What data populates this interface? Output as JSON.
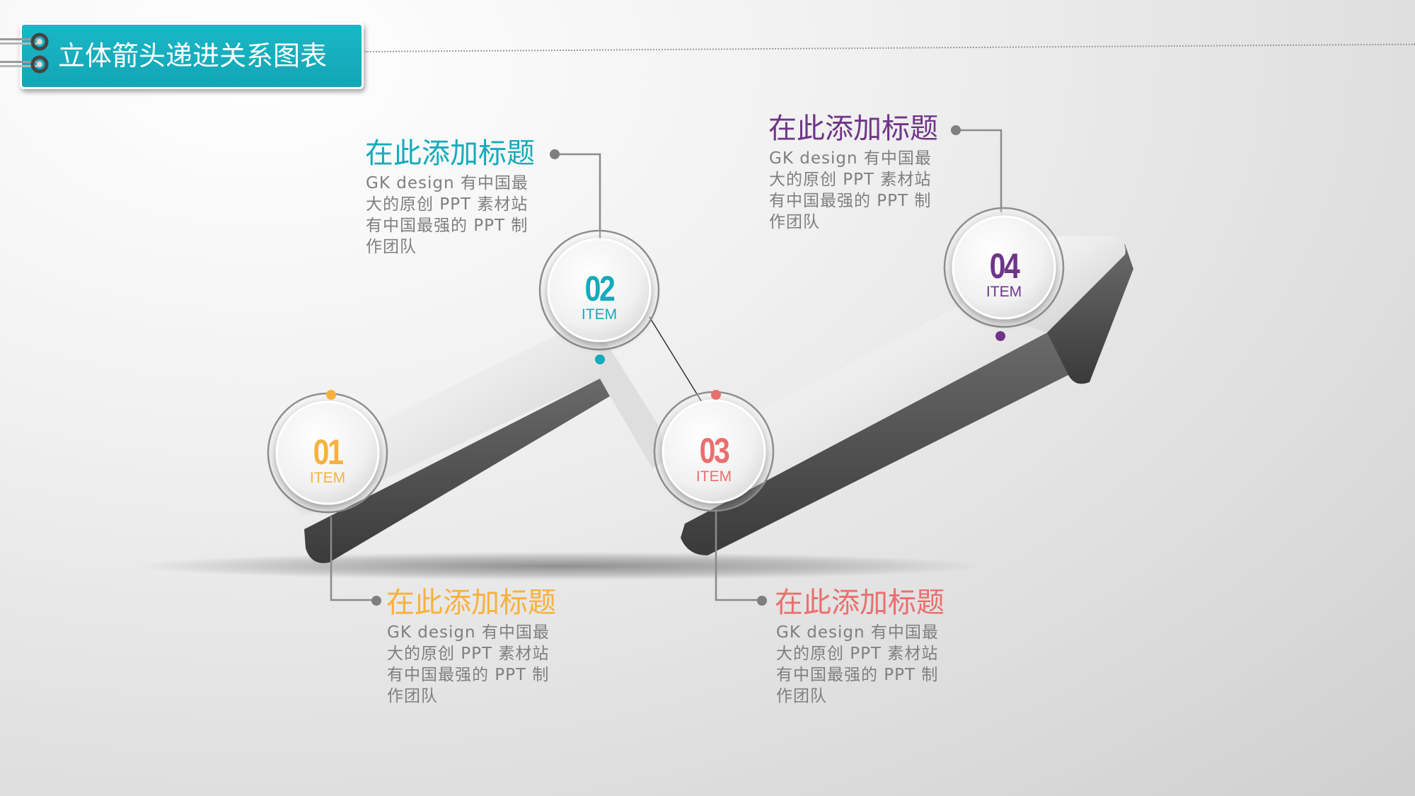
{
  "header": {
    "title": "立体箭头递进关系图表",
    "accent_color": "#14abbb"
  },
  "items": [
    {
      "number": "01",
      "label": "ITEM",
      "title": "在此添加标题",
      "desc_lines": [
        "GK design 有中国最",
        "大的原创 PPT 素材站",
        "有中国最强的 PPT 制",
        "作团队"
      ],
      "color": "#f7b13d"
    },
    {
      "number": "02",
      "label": "ITEM",
      "title": "在此添加标题",
      "desc_lines": [
        "GK design 有中国最",
        "大的原创 PPT 素材站",
        "有中国最强的 PPT 制",
        "作团队"
      ],
      "color": "#14abbb"
    },
    {
      "number": "03",
      "label": "ITEM",
      "title": "在此添加标题",
      "desc_lines": [
        "GK design 有中国最",
        "大的原创 PPT 素材站",
        "有中国最强的 PPT 制",
        "作团队"
      ],
      "color": "#eb6e6e"
    },
    {
      "number": "04",
      "label": "ITEM",
      "title": "在此添加标题",
      "desc_lines": [
        "GK design 有中国最",
        "大的原创 PPT 素材站",
        "有中国最强的 PPT 制",
        "作团队"
      ],
      "color": "#6f3589"
    }
  ],
  "icons": {
    "binder": "ring-binder-icon",
    "arrow": "zigzag-3d-arrow"
  }
}
